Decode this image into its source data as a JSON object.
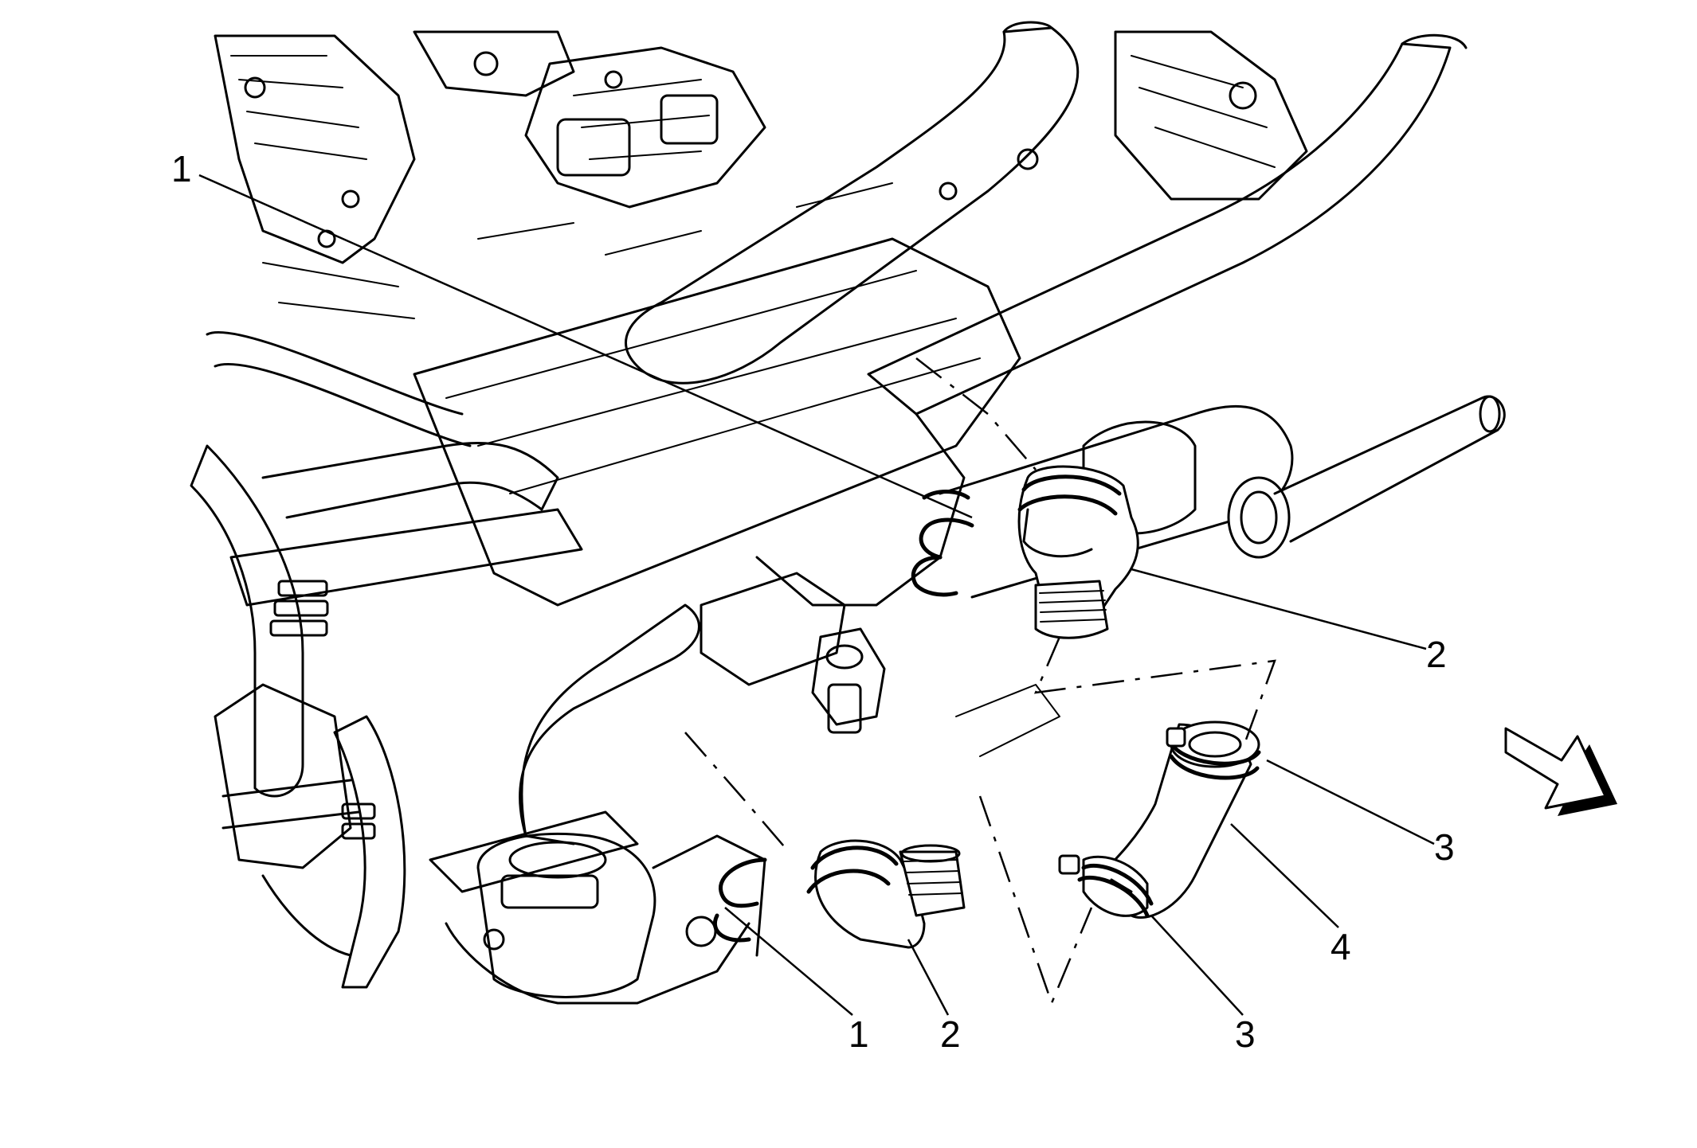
{
  "callouts": {
    "c1_top": "1",
    "c1_bottom": "1",
    "c2_right": "2",
    "c2_bottom": "2",
    "c3_right": "3",
    "c3_bottom": "3",
    "c4": "4"
  },
  "icons": {
    "direction_arrow": "front-direction-arrow-icon"
  },
  "colors": {
    "line": "#000000",
    "background": "#ffffff"
  }
}
